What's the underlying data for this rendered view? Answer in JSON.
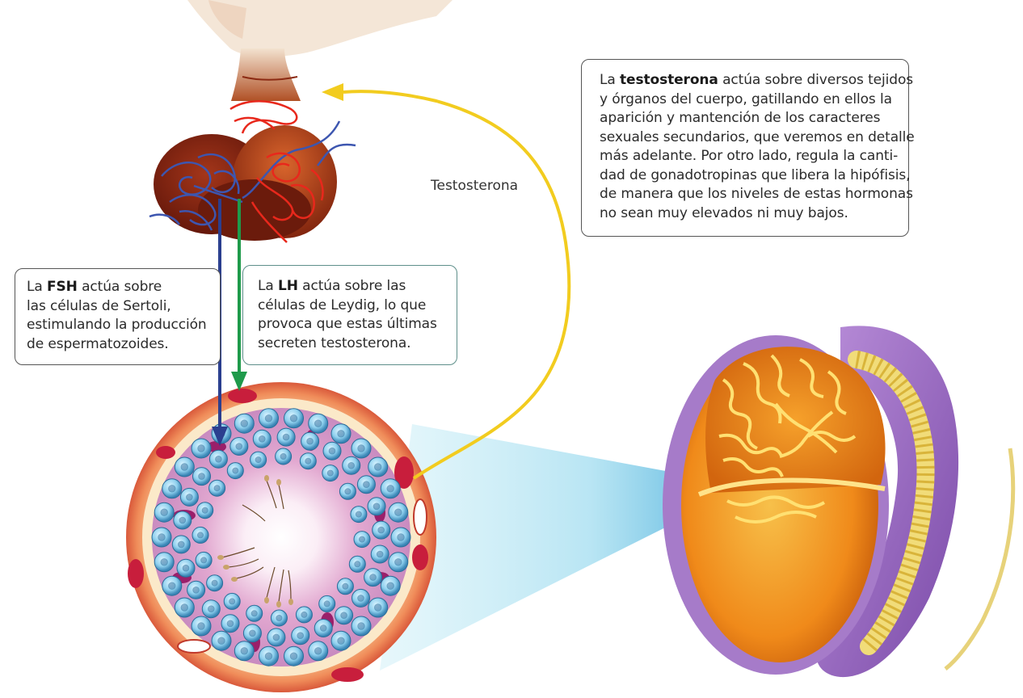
{
  "colors": {
    "fsh_arrow": "#2b3f8f",
    "lh_arrow": "#1f9a4b",
    "testosterone_arrow": "#f2cc1f",
    "beam": "#8fd6ea"
  },
  "labels": {
    "testosterona_arrow": "Testosterona"
  },
  "boxes": {
    "testosterone": {
      "prefix": "La ",
      "bold": "testosterona",
      "line1_rest": " actúa sobre diversos tejidos",
      "line2": "y órganos del cuerpo, gatillando en ellos la",
      "line3": "aparición y mantención de los caracteres",
      "line4": "sexuales secundarios, que veremos en detalle",
      "line5": "más adelante. Por otro lado, regula la canti-",
      "line6": "dad de gonadotropinas que libera la hipófisis,",
      "line7": "de manera que los niveles de estas hormonas",
      "line8": "no sean muy elevados ni muy bajos."
    },
    "fsh": {
      "prefix": "La ",
      "bold": "FSH",
      "line1_rest": " actúa sobre",
      "line2": "las células de Sertoli,",
      "line3": "estimulando la producción",
      "line4": "de espermatozoides."
    },
    "lh": {
      "prefix": "La ",
      "bold": "LH",
      "line1_rest": " actúa sobre las",
      "line2": "células de Leydig, lo que",
      "line3": "provoca que estas últimas",
      "line4": "secreten testosterona."
    }
  }
}
